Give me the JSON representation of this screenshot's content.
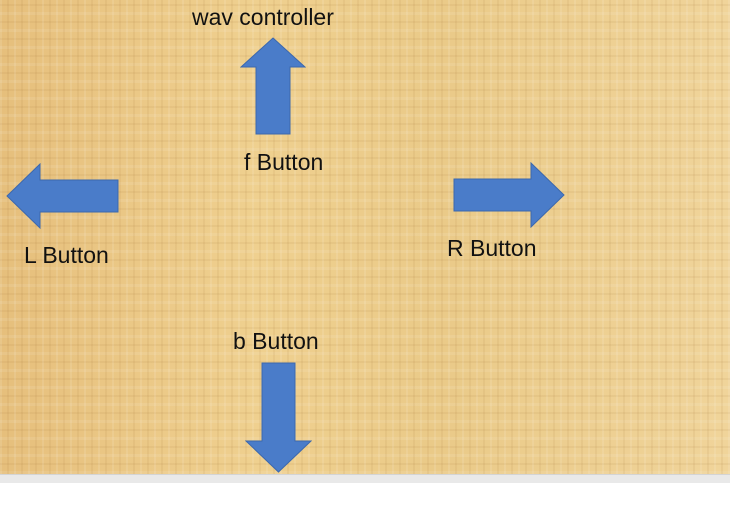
{
  "window": {
    "title": "wav controller"
  },
  "controls": {
    "forward": {
      "label": "f Button",
      "icon": "arrow-up-icon"
    },
    "left": {
      "label": "L Button",
      "icon": "arrow-left-icon"
    },
    "right": {
      "label": "R Button",
      "icon": "arrow-right-icon"
    },
    "back": {
      "label": "b Button",
      "icon": "arrow-down-icon"
    }
  },
  "colors": {
    "arrow_fill": "#4a7cc9",
    "arrow_stroke": "#3c68ad",
    "background": "#e8c27f",
    "text": "#111111"
  }
}
